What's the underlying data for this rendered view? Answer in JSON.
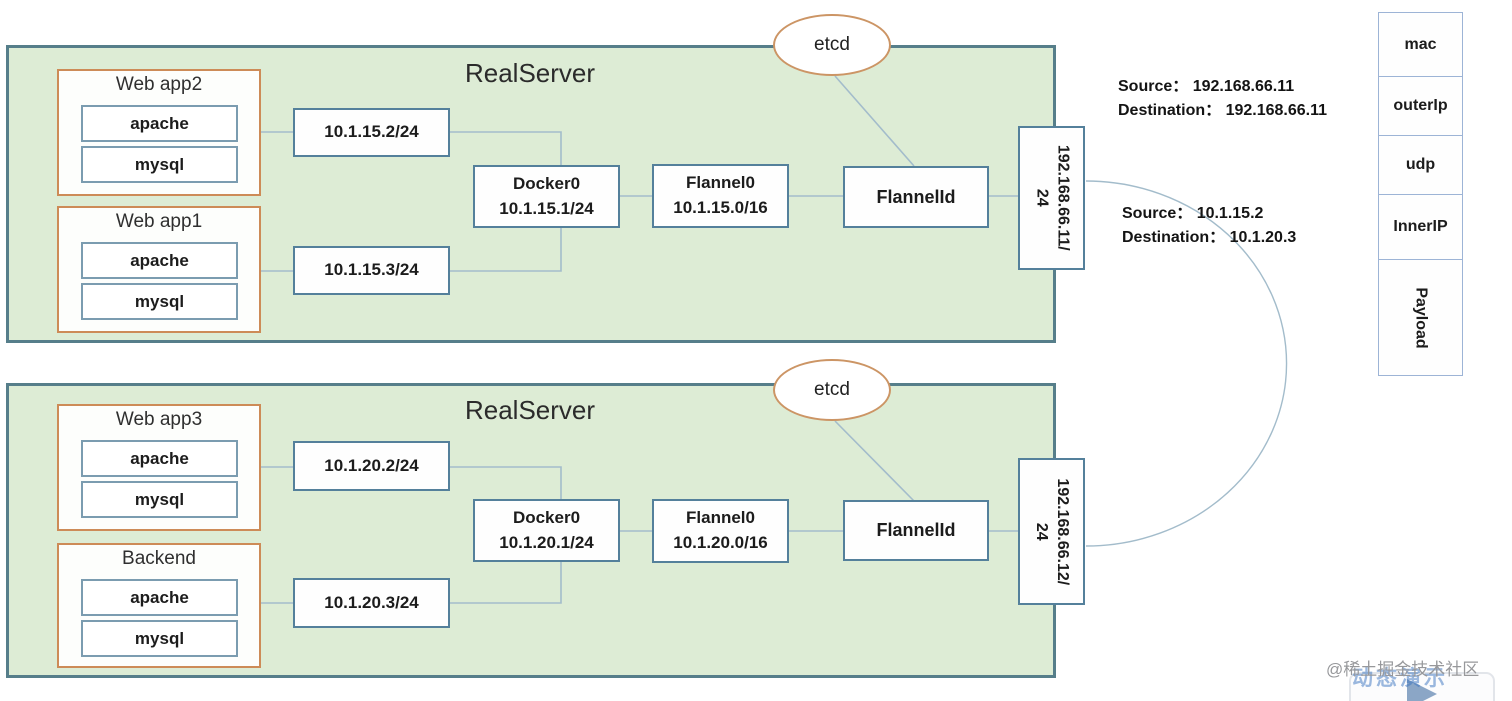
{
  "colors": {
    "host_fill": "#ddecd5",
    "host_border": "#567e8a",
    "node_border": "#54809b",
    "service_border": "#7b9cb0",
    "group_border": "#cd8b57",
    "etcd_border": "#cc9565",
    "connector": "#a3bccb",
    "packet_border": "#9db4d6"
  },
  "servers": [
    {
      "title": "RealServer",
      "etcd_label": "etcd",
      "app_groups": [
        {
          "title": "Web app2",
          "services": [
            "apache",
            "mysql"
          ]
        },
        {
          "title": "Web app1",
          "services": [
            "apache",
            "mysql"
          ]
        }
      ],
      "pod_ips": [
        "10.1.15.2/24",
        "10.1.15.3/24"
      ],
      "docker_bridge": {
        "name": "Docker0",
        "ip": "10.1.15.1/24"
      },
      "flannel_iface": {
        "name": "Flannel0",
        "ip": "10.1.15.0/16"
      },
      "flanneld_label": "FlannelId",
      "host_ip": {
        "line1": "192.168.66.11/",
        "line2": "24"
      }
    },
    {
      "title": "RealServer",
      "etcd_label": "etcd",
      "app_groups": [
        {
          "title": "Web app3",
          "services": [
            "apache",
            "mysql"
          ]
        },
        {
          "title": "Backend",
          "services": [
            "apache",
            "mysql"
          ]
        }
      ],
      "pod_ips": [
        "10.1.20.2/24",
        "10.1.20.3/24"
      ],
      "docker_bridge": {
        "name": "Docker0",
        "ip": "10.1.20.1/24"
      },
      "flannel_iface": {
        "name": "Flannel0",
        "ip": "10.1.20.0/16"
      },
      "flanneld_label": "FlannelId",
      "host_ip": {
        "line1": "192.168.66.12/",
        "line2": "24"
      }
    }
  ],
  "packet_annotations": {
    "outer": {
      "source": "Source： 192.168.66.11",
      "destination": "Destination： 192.168.66.11"
    },
    "inner": {
      "source": "Source： 10.1.15.2",
      "destination": "Destination： 10.1.20.3"
    }
  },
  "packet_fields": [
    "mac",
    "outerIp",
    "udp",
    "InnerIP",
    "Payload"
  ],
  "watermark": {
    "community": "@稀土掘金技术社区",
    "logo_text": "动态演示"
  }
}
